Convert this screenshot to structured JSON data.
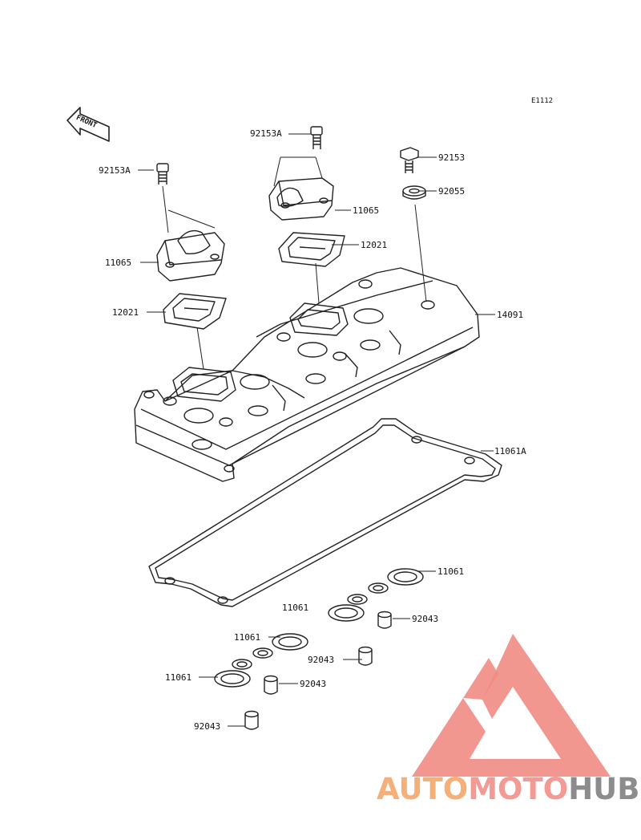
{
  "diagram_code": "E1112",
  "front_arrow_label": "FRONT",
  "brand": {
    "part1": "AUTO",
    "part2": "MOTO",
    "part3": "HUB",
    "colors": {
      "auto": "#f5b07a",
      "moto": "#f29a93",
      "hub": "#8c8c8c",
      "logo": "#ef8c84"
    }
  },
  "callouts": [
    {
      "id": "c1",
      "text": "92153A"
    },
    {
      "id": "c2",
      "text": "92153A"
    },
    {
      "id": "c3",
      "text": "92153"
    },
    {
      "id": "c4",
      "text": "92055"
    },
    {
      "id": "c5",
      "text": "11065"
    },
    {
      "id": "c6",
      "text": "11065"
    },
    {
      "id": "c7",
      "text": "12021"
    },
    {
      "id": "c8",
      "text": "12021"
    },
    {
      "id": "c9",
      "text": "14091"
    },
    {
      "id": "c10",
      "text": "11061A"
    },
    {
      "id": "c11",
      "text": "11061"
    },
    {
      "id": "c12",
      "text": "11061"
    },
    {
      "id": "c13",
      "text": "92043"
    },
    {
      "id": "c14",
      "text": "11061"
    },
    {
      "id": "c15",
      "text": "92043"
    },
    {
      "id": "c16",
      "text": "11061"
    },
    {
      "id": "c17",
      "text": "92043"
    },
    {
      "id": "c18",
      "text": "92043"
    }
  ]
}
